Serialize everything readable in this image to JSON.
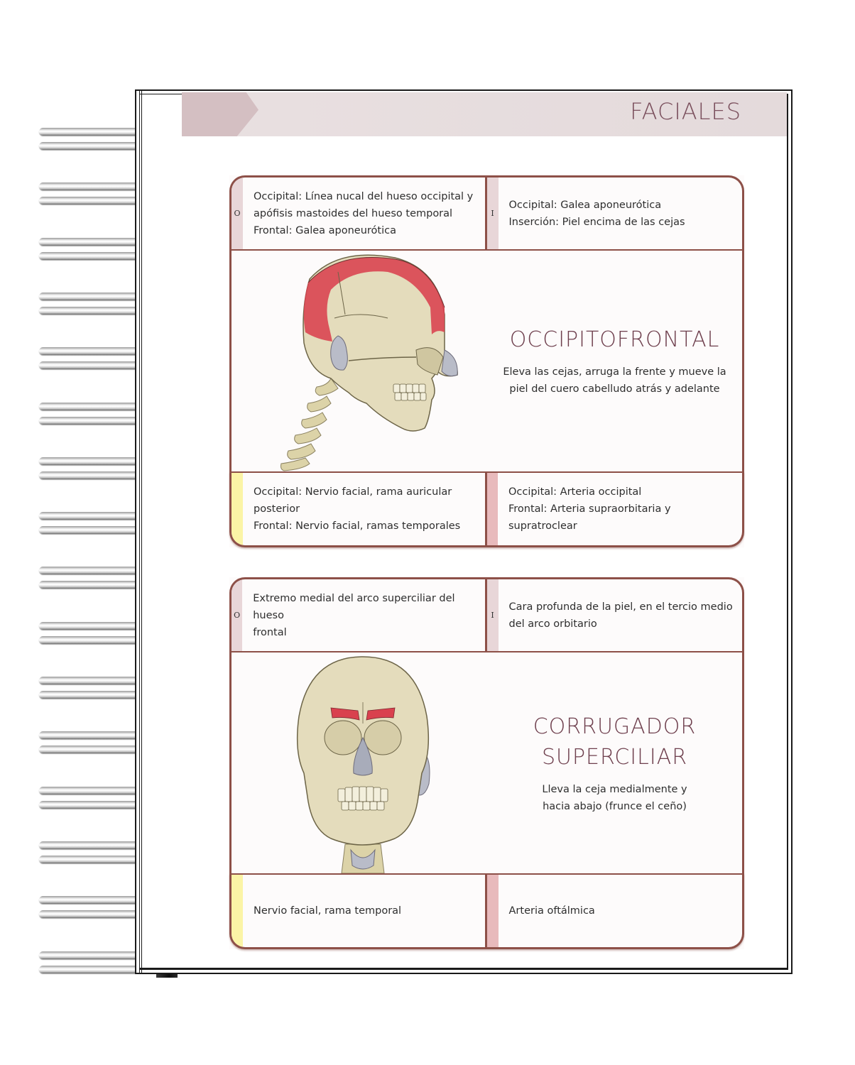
{
  "header": {
    "title": "FACIALES"
  },
  "binding": {
    "ring_count": 16,
    "icon": "spiral-binding-icon"
  },
  "colors": {
    "border": "#8d5048",
    "title_text": "#6e3f4d",
    "header_band": "#e6dcdd",
    "header_chevron": "#d4bfc2",
    "origin_strip": "#e8d6d8",
    "innervation_strip": "#fbf4a6",
    "irrigation_strip": "#e8babc",
    "muscle_highlight": "#d9414e"
  },
  "muscles": [
    {
      "name": "OCCIPITOFRONTAL",
      "action": "Eleva las cejas, arruga la frente y mueve la\npiel del cuero cabelludo atrás y adelante",
      "origin_label": "O",
      "origin": "Occipital: Línea nucal del hueso occipital y\napófisis mastoides del hueso temporal\nFrontal: Galea aponeurótica",
      "insertion_label": "I",
      "insertion": "Occipital: Galea aponeurótica\nInserción: Piel encima de las cejas",
      "innervation": "Occipital: Nervio facial, rama auricular\nposterior\nFrontal: Nervio facial, ramas temporales",
      "irrigation": "Occipital: Arteria occipital\nFrontal: Arteria supraorbitaria y supratroclear",
      "illustration": "skull-lateral-view-icon"
    },
    {
      "name": "CORRUGADOR\nSUPERCILIAR",
      "name_line1": "CORRUGADOR",
      "name_line2": "SUPERCILIAR",
      "action": "Lleva la ceja medialmente y\nhacia abajo (frunce el ceño)",
      "origin_label": "O",
      "origin": "Extremo medial del arco superciliar del hueso\nfrontal",
      "insertion_label": "I",
      "insertion": "Cara profunda de la piel, en el tercio medio\ndel arco orbitario",
      "innervation": "Nervio facial, rama temporal",
      "irrigation": "Arteria oftálmica",
      "illustration": "skull-frontal-view-icon"
    }
  ]
}
